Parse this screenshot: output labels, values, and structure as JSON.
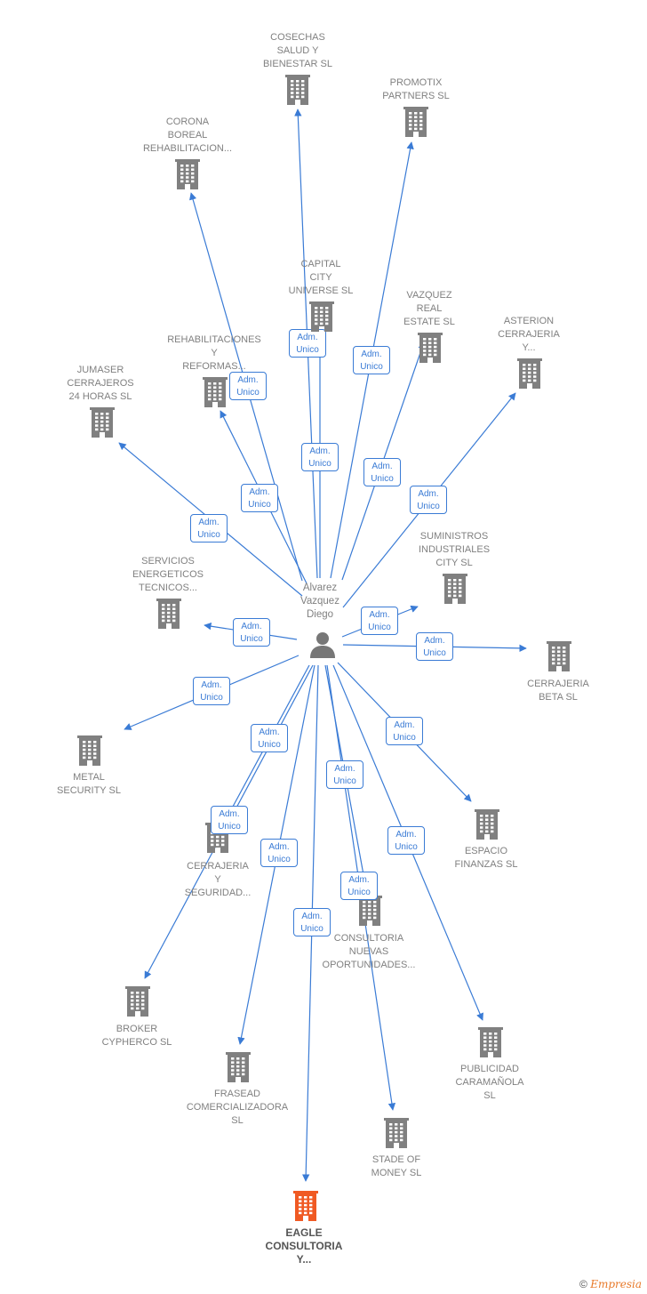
{
  "colors": {
    "edge": "#3a7bd5",
    "node": "#808080",
    "highlight": "#f05a23",
    "person": "#777777"
  },
  "center": {
    "label": "Alvarez\nVazquez\nDiego",
    "icon": "person-icon"
  },
  "nodes": [
    {
      "id": "cosechas",
      "label": "COSECHAS\nSALUD Y\nBIENESTAR  SL",
      "highlight": false,
      "rel": "Adm.\nUnico"
    },
    {
      "id": "promotix",
      "label": "PROMOTIX\nPARTNERS  SL",
      "highlight": false,
      "rel": "Adm.\nUnico"
    },
    {
      "id": "corona",
      "label": "CORONA\nBOREAL\nREHABILITACION...",
      "highlight": false,
      "rel": "Adm.\nUnico"
    },
    {
      "id": "capital",
      "label": "CAPITAL\nCITY\nUNIVERSE  SL",
      "highlight": false,
      "rel": "Adm.\nUnico"
    },
    {
      "id": "vazquez",
      "label": "VAZQUEZ\nREAL\nESTATE  SL",
      "highlight": false,
      "rel": "Adm.\nUnico"
    },
    {
      "id": "asterion",
      "label": "ASTERION\nCERRAJERIA\nY...",
      "highlight": false,
      "rel": "Adm.\nUnico"
    },
    {
      "id": "rehab",
      "label": "REHABILITACIONES\nY\nREFORMAS...",
      "highlight": false,
      "rel": "Adm.\nUnico"
    },
    {
      "id": "jumaser",
      "label": "JUMASER\nCERRAJEROS\n24 HORAS  SL",
      "highlight": false,
      "rel": "Adm.\nUnico"
    },
    {
      "id": "suministros",
      "label": "SUMINISTROS\nINDUSTRIALES\nCITY  SL",
      "highlight": false,
      "rel": "Adm.\nUnico"
    },
    {
      "id": "servicios",
      "label": "SERVICIOS\nENERGETICOS\nTECNICOS...",
      "highlight": false,
      "rel": "Adm.\nUnico"
    },
    {
      "id": "beta",
      "label": "CERRAJERIA\nBETA  SL",
      "highlight": false,
      "rel": "Adm.\nUnico"
    },
    {
      "id": "metal",
      "label": "METAL\nSECURITY  SL",
      "highlight": false,
      "rel": "Adm.\nUnico"
    },
    {
      "id": "espacio",
      "label": "ESPACIO\nFINANZAS  SL",
      "highlight": false,
      "rel": "Adm.\nUnico"
    },
    {
      "id": "cerrseg",
      "label": "CERRAJERIA\nY\nSEGURIDAD...",
      "highlight": false,
      "rel": "Adm.\nUnico"
    },
    {
      "id": "consultoria",
      "label": "CONSULTORIA\nNUEVAS\nOPORTUNIDADES...",
      "highlight": false,
      "rel": "Adm.\nUnico"
    },
    {
      "id": "broker",
      "label": "BROKER\nCYPHERCO  SL",
      "highlight": false,
      "rel": "Adm.\nUnico"
    },
    {
      "id": "frasead",
      "label": "FRASEAD\nCOMERCIALIZADORA\nSL",
      "highlight": false,
      "rel": "Adm.\nUnico"
    },
    {
      "id": "stade",
      "label": "STADE OF\nMONEY  SL",
      "highlight": false,
      "rel": "Adm.\nUnico"
    },
    {
      "id": "publicidad",
      "label": "PUBLICIDAD\nCARAMAÑOLA\nSL",
      "highlight": false,
      "rel": "Adm.\nUnico"
    },
    {
      "id": "eagle",
      "label": "EAGLE\nCONSULTORIA\nY...",
      "highlight": true,
      "rel": "Adm.\nUnico"
    }
  ],
  "footer": {
    "copyright": "©",
    "brand": "Empresia"
  }
}
